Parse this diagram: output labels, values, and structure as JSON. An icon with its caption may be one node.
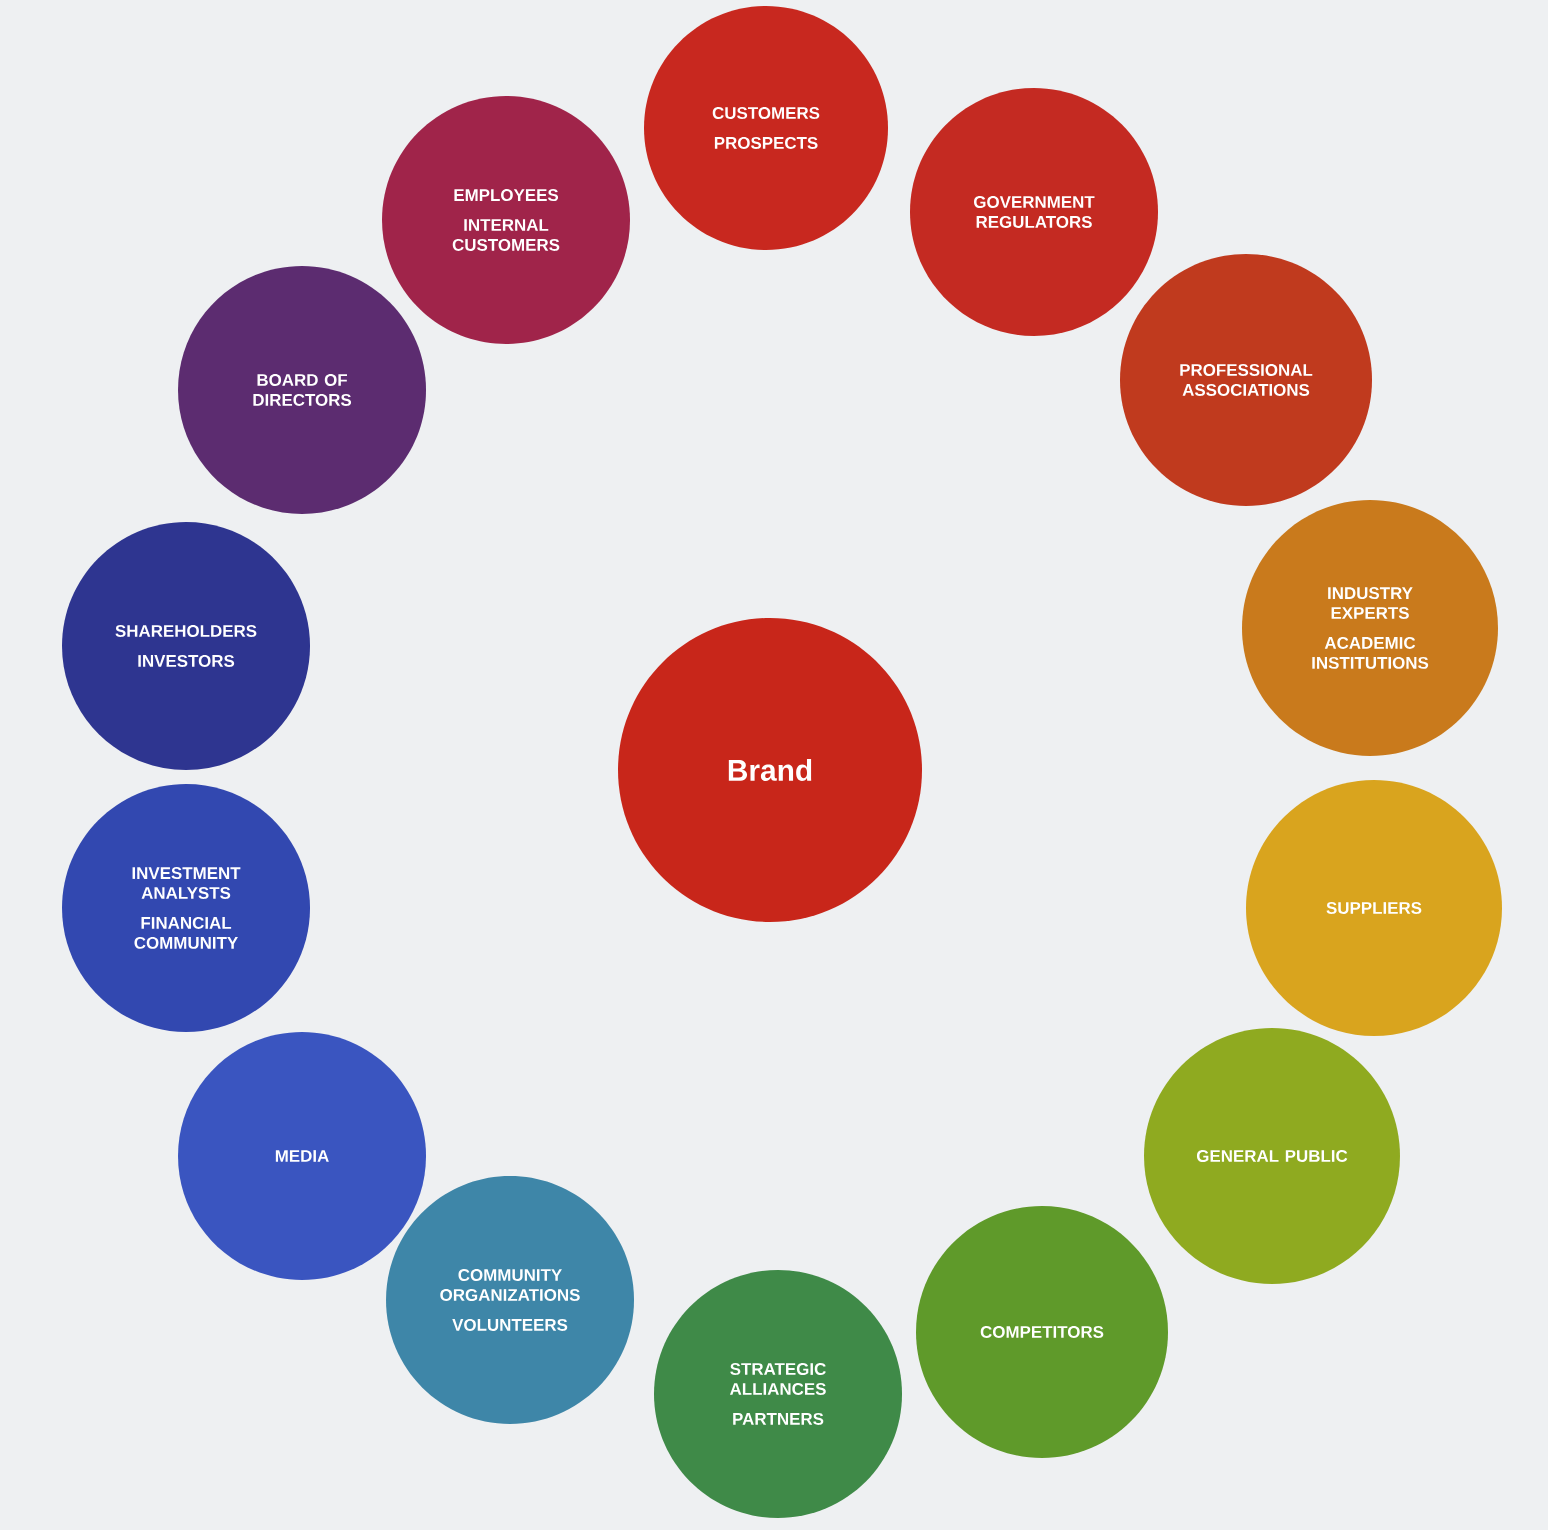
{
  "diagram": {
    "nodes": [
      {
        "text": [
          "Brand"
        ]
      },
      {
        "text": [
          "CUSTOMERS",
          "PROSPECTS"
        ]
      },
      {
        "text": [
          "GOVERNMENT REGULATORS"
        ]
      },
      {
        "text": [
          "PROFESSIONAL ASSOCIATIONS"
        ]
      },
      {
        "text": [
          "INDUSTRY EXPERTS",
          "ACADEMIC INSTITUTIONS"
        ]
      },
      {
        "text": [
          "SUPPLIERS"
        ]
      },
      {
        "text": [
          "GENERAL PUBLIC"
        ]
      },
      {
        "text": [
          "COMPETITORS"
        ]
      },
      {
        "text": [
          "STRATEGIC ALLIANCES",
          "PARTNERS"
        ]
      },
      {
        "text": [
          "COMMUNITY ORGANIZATIONS",
          "VOLUNTEERS"
        ]
      },
      {
        "text": [
          "MEDIA"
        ]
      },
      {
        "text": [
          "INVESTMENT ANALYSTS",
          "FINANCIAL COMMUNITY"
        ]
      },
      {
        "text": [
          "SHAREHOLDERS",
          "INVESTORS"
        ]
      },
      {
        "text": [
          "BOARD OF DIRECTORS"
        ]
      },
      {
        "text": [
          "EMPLOYEES",
          "INTERNAL CUSTOMERS"
        ]
      }
    ]
  }
}
